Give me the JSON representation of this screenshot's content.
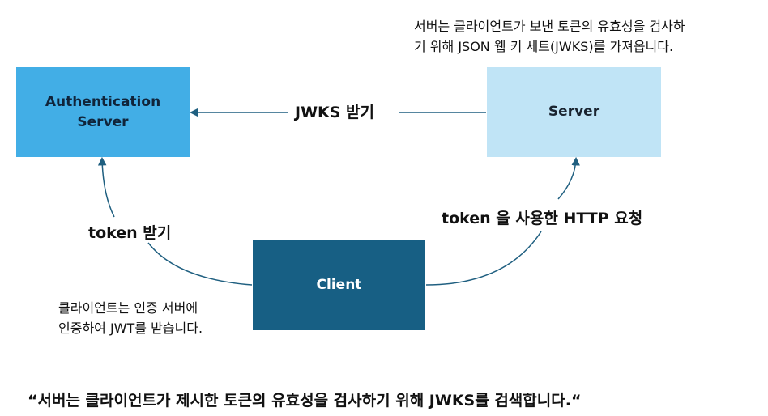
{
  "nodes": {
    "auth_server": "Authentication\nServer",
    "server": "Server",
    "client": "Client"
  },
  "edges": {
    "jwks": "JWKS 받기",
    "token_receive": "token 받기",
    "token_http": "token 을 사용한 HTTP 요청"
  },
  "notes": {
    "server_note": "서버는 클라이언트가 보낸 토큰의 유효성을 검사하\n기 위해 JSON 웹 키 세트(JWKS)를 가져옵니다.",
    "client_note": "클라이언트는 인증 서버에\n인증하여 JWT를 받습니다."
  },
  "footer": "“서버는 클라이언트가 제시한 토큰의 유효성을 검사하기 위해 JWKS를 검색합니다.“",
  "colors": {
    "auth_server_fill": "#42aee6",
    "server_fill": "#c0e4f6",
    "client_fill": "#175f84",
    "arrow": "#1f5f80"
  }
}
